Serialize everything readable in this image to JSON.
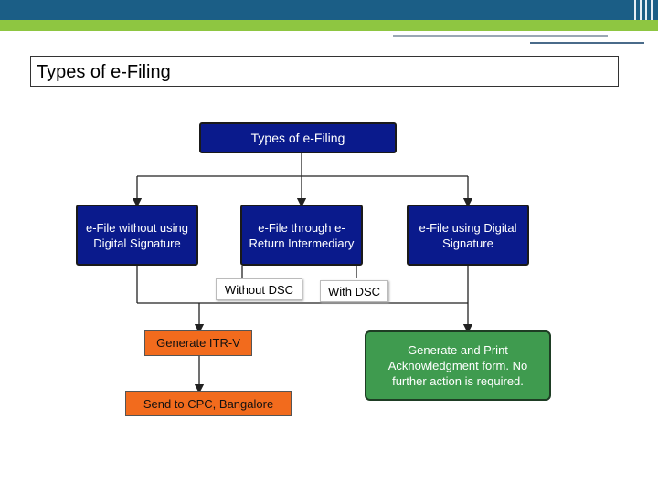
{
  "title": "Types of e-Filing",
  "diagram": {
    "root": "Types of e-Filing",
    "branches": {
      "without_dsc": "e-File without using Digital Signature",
      "intermediary": "e-File through e-Return Intermediary",
      "with_dsc": "e-File using Digital Signature"
    },
    "options": {
      "without": "Without DSC",
      "with": "With DSC"
    },
    "steps": {
      "generate": "Generate ITR-V",
      "send": "Send to CPC, Bangalore",
      "print": "Generate and Print Acknowledgment form. No further action is required."
    }
  },
  "colors": {
    "header_blue": "#1b5e86",
    "header_green": "#8ec641",
    "node_blue": "#0a1a8c",
    "node_orange": "#f26b1d",
    "node_green": "#3f9b4f"
  }
}
